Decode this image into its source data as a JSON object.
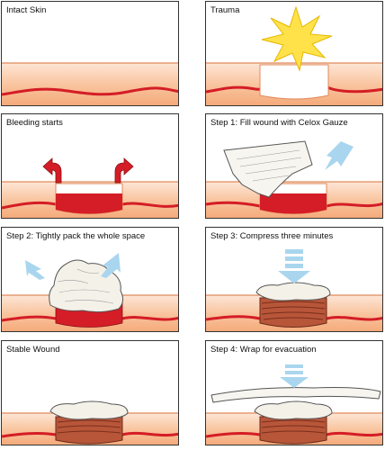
{
  "panels": [
    {
      "id": "intact-skin",
      "label": "Intact Skin"
    },
    {
      "id": "trauma",
      "label": "Trauma"
    },
    {
      "id": "bleeding-starts",
      "label": "Bleeding starts"
    },
    {
      "id": "step1",
      "label": "Step 1: Fill wound with Celox Gauze"
    },
    {
      "id": "step2",
      "label": "Step 2: Tightly pack the whole space"
    },
    {
      "id": "step3",
      "label": "Step 3: Compress three minutes"
    },
    {
      "id": "stable-wound",
      "label": "Stable Wound"
    },
    {
      "id": "step4",
      "label": "Step 4: Wrap for evacuation"
    }
  ],
  "colors": {
    "skin_light": "#fcdcc4",
    "skin_mid": "#f7b488",
    "vessel": "#d41d26",
    "blood": "#d41d26",
    "arrow_blue": "#a9d6ee",
    "star_yellow": "#ffe24a",
    "packed_brown": "#b8563a"
  }
}
